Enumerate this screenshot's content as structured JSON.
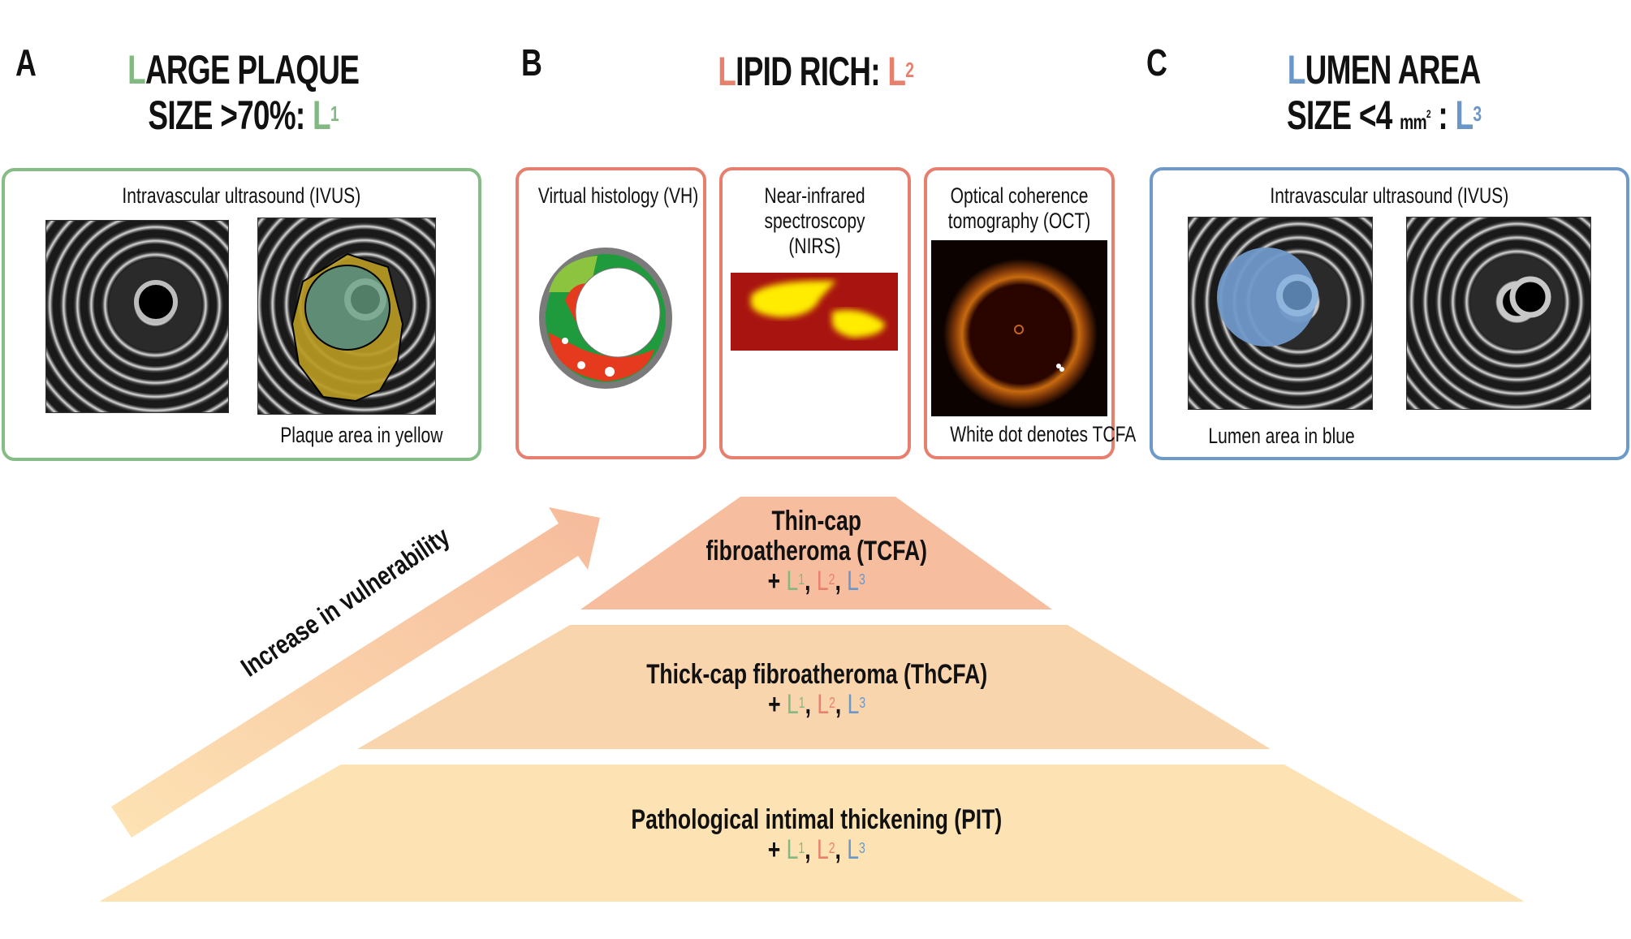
{
  "panels": {
    "a": {
      "letter": "A",
      "title_line1_first": "L",
      "title_line1_rest": "ARGE PLAQUE",
      "title_line2_prefix": "SIZE >70%: ",
      "title_line2_L": "L",
      "title_line2_sup": "1",
      "caption": "Intravascular ultrasound (IVUS)",
      "footnote": "Plaque area in yellow",
      "images": [
        "ivus-cross-section",
        "ivus-plaque-area-overlay"
      ]
    },
    "b": {
      "letter": "B",
      "title_first": "L",
      "title_rest": "IPID RICH: ",
      "title_L": "L",
      "title_sup": "2",
      "sub_panels": [
        {
          "caption": "Virtual histology (VH)",
          "image": "vh-tissue-map"
        },
        {
          "caption_lines": [
            "Near-infrared",
            "spectroscopy",
            "(NIRS)"
          ],
          "image": "nirs-chemogram"
        },
        {
          "caption_lines": [
            "Optical coherence",
            "tomography (OCT)"
          ],
          "footnote": "White dot denotes TCFA",
          "image": "oct-cross-section"
        }
      ]
    },
    "c": {
      "letter": "C",
      "title_line1_first": "L",
      "title_line1_rest": "UMEN AREA",
      "title_line2_prefix": "SIZE <4 ",
      "title_line2_unit": "mm",
      "title_line2_unit_sup": "2",
      "title_line2_sep": " : ",
      "title_line2_L": "L",
      "title_line2_sup": "3",
      "caption": "Intravascular ultrasound (IVUS)",
      "footnote": "Lumen area in blue",
      "images": [
        "ivus-lumen-area-overlay",
        "ivus-cross-section"
      ]
    }
  },
  "arrow": {
    "label": "Increase in vulnerability",
    "color_start": "#fde3b4",
    "color_end": "#f6bb9c"
  },
  "pyramid": {
    "levels": [
      {
        "name": "tcfa",
        "lines": [
          "Thin-cap",
          "fibroatheroma (TCFA)"
        ],
        "color": "#f6bd9e"
      },
      {
        "name": "thcfa",
        "lines": [
          "Thick-cap fibroatheroma (ThCFA)"
        ],
        "color": "#f9d5ae"
      },
      {
        "name": "pit",
        "lines": [
          "Pathological intimal thickening (PIT)"
        ],
        "color": "#fde3b4"
      }
    ],
    "suffix": {
      "plus": "+ ",
      "l1": "L",
      "s1": "1",
      "l2": "L",
      "s2": "2",
      "l3": "L",
      "s3": "3",
      "comma": ", "
    }
  },
  "colors": {
    "green": "#82b882",
    "red": "#e8806e",
    "blue": "#6a97c8"
  }
}
